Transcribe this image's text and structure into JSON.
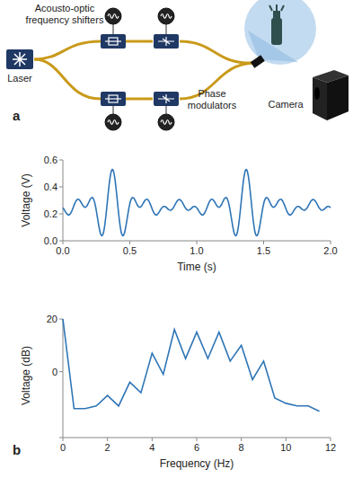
{
  "diagram": {
    "nodes": [
      {
        "text": [
          "Laser"
        ]
      }
    ],
    "labels": [
      "Acousto-optic frequency shifters",
      "Phase modulators",
      "Camera",
      "a",
      "Voltage (V)",
      "0.6",
      "0.4",
      "0.2",
      "0.0",
      "0.0",
      "0.5",
      "1.0",
      "1.5",
      "2.0",
      "Time (s)",
      "Voltage (dB)",
      "20",
      "0",
      "0",
      "2",
      "4",
      "6",
      "8",
      "10",
      "12",
      "Frequency (Hz)",
      "b"
    ]
  }
}
